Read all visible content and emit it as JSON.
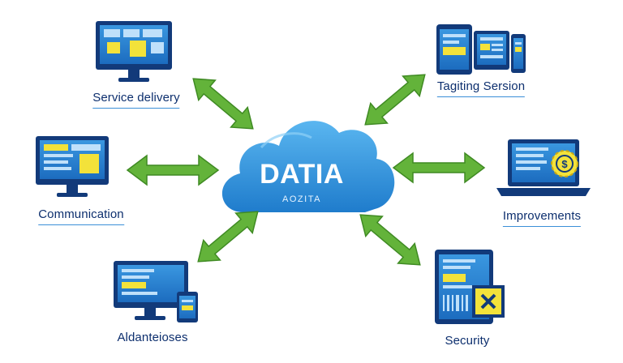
{
  "center": {
    "title": "DATIA",
    "subtitle": "AOZITA"
  },
  "nodes": [
    {
      "id": "service",
      "label": "Service delivery"
    },
    {
      "id": "tagging",
      "label": "Tagiting Sersion"
    },
    {
      "id": "communication",
      "label": "Communication"
    },
    {
      "id": "improvements",
      "label": "Improvements"
    },
    {
      "id": "advantages",
      "label": "Aldanteioses"
    },
    {
      "id": "security",
      "label": "Security"
    }
  ],
  "colors": {
    "cloud": "#2e8fd8",
    "cloud_light": "#56b2ee",
    "arrow": "#63b33a",
    "arrow_dark": "#3f8a23",
    "device_frame": "#123a7a",
    "device_screen": "#2d86d4",
    "accent_yellow": "#f3e23a",
    "label_text": "#0d2f6e"
  },
  "icons": {
    "service": "monitor-icon",
    "tagging": "devices-icon",
    "communication": "monitor-icon",
    "improvements": "laptop-gear-icon",
    "advantages": "monitor-phone-icon",
    "security": "tablet-check-icon"
  }
}
